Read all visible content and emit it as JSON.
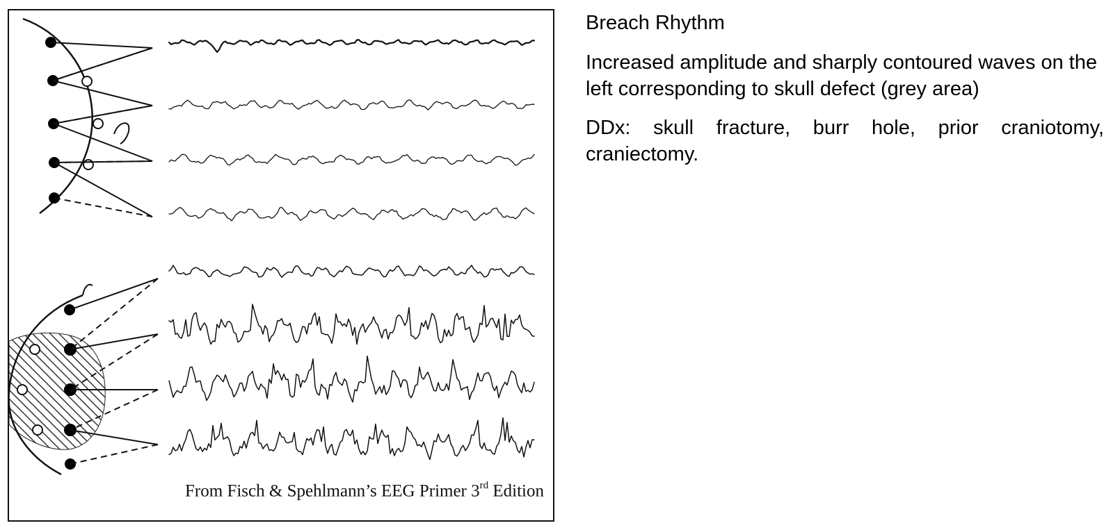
{
  "figure": {
    "caption_text": "From Fisch & Spehlmann’s EEG Primer 3",
    "caption_sup": "rd",
    "caption_tail": " Edition"
  },
  "side": {
    "title": "Breach Rhythm",
    "description": "Increased amplitude and sharply contoured waves on the left corresponding to skull defect (grey area)",
    "ddx": "DDx: skull fracture, burr hole, prior craniotomy, craniectomy."
  }
}
